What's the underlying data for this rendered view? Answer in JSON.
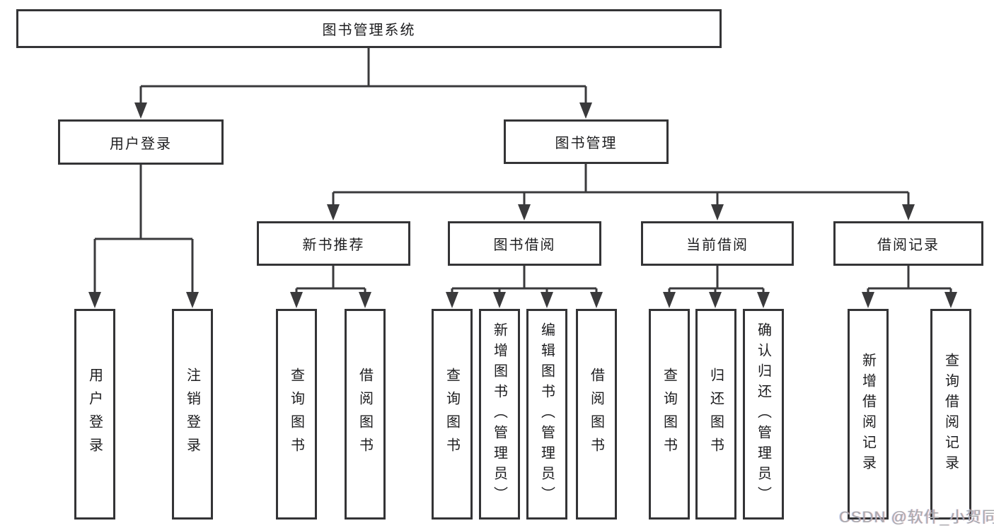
{
  "tree": {
    "root": {
      "label": "图书管理系统"
    },
    "branches": [
      {
        "label": "用户登录",
        "leaves": [
          {
            "label": "用户登录"
          },
          {
            "label": "注销登录"
          }
        ]
      },
      {
        "label": "图书管理",
        "children": [
          {
            "label": "新书推荐",
            "leaves": [
              {
                "label": "查询图书"
              },
              {
                "label": "借阅图书"
              }
            ]
          },
          {
            "label": "图书借阅",
            "leaves": [
              {
                "label": "查询图书"
              },
              {
                "label": "新增图书（管理员）"
              },
              {
                "label": "编辑图书（管理员）"
              },
              {
                "label": "借阅图书"
              }
            ]
          },
          {
            "label": "当前借阅",
            "leaves": [
              {
                "label": "查询图书"
              },
              {
                "label": "归还图书"
              },
              {
                "label": "确认归还（管理员）"
              }
            ]
          },
          {
            "label": "借阅记录",
            "leaves": [
              {
                "label": "新增借阅记录"
              },
              {
                "label": "查询借阅记录"
              }
            ]
          }
        ]
      }
    ]
  },
  "watermark": {
    "text": "CSDN @软件_小贺同学"
  },
  "colors": {
    "line": "#3a3a3c",
    "box_border": "#343436",
    "box_background": "#ffffff",
    "text": "#1d1d1f",
    "watermark": "#a9a9ad",
    "page_background": "#ffffff"
  }
}
